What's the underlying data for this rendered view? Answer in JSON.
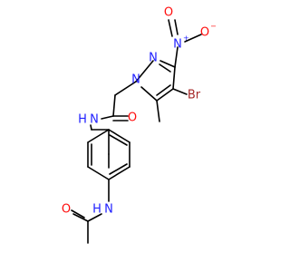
{
  "molecule": {
    "atoms": {
      "n_ring1": {
        "text": "N"
      },
      "n_ring2": {
        "text": "N"
      },
      "n_nitro": {
        "text": "N"
      },
      "o_nitro_minus": {
        "text": "O"
      },
      "o_nitro_dbl": {
        "text": "O"
      },
      "br": {
        "text": "Br"
      },
      "o_amide1": {
        "text": "O"
      },
      "nh_amide1": {
        "text": "N"
      },
      "h_amide1": {
        "text": "H"
      },
      "nh_amide2": {
        "text": "N"
      },
      "h_amide2": {
        "text": "H"
      },
      "o_amide2": {
        "text": "O"
      }
    },
    "charges": {
      "nitro_plus": "+",
      "nitro_minus": "−"
    },
    "colors": {
      "nitrogen": "#2020ff",
      "oxygen": "#ff0d0d",
      "bromine": "#a62929",
      "carbon": "#000000"
    }
  }
}
